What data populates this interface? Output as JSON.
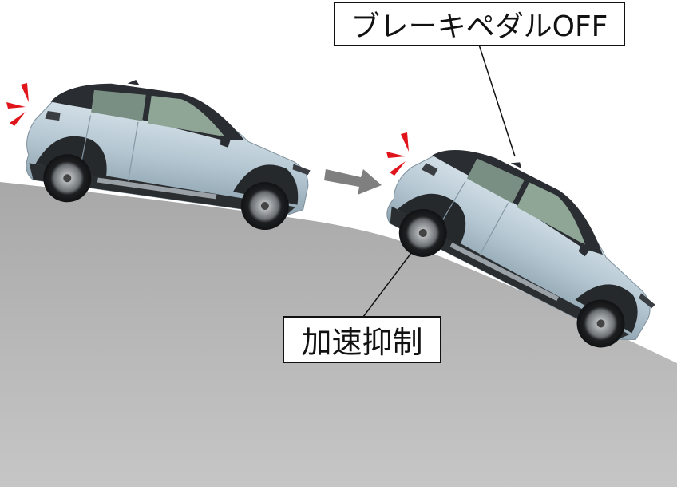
{
  "diagram": {
    "labels": {
      "brake_pedal_off": "ブレーキペダルOFF",
      "acceleration_suppression": "加速抑制"
    },
    "colors": {
      "background": "#ffffff",
      "slope_top": "#a9a9a9",
      "slope_bottom": "#c4c4c4",
      "car_body": "#b9cbd6",
      "car_roof": "#2a2d31",
      "window": "#7f9487",
      "brake_light_flash": "#e0141b",
      "arrow": "#7f7f7f",
      "leader_line": "#111111"
    },
    "elements": [
      {
        "name": "car-on-gentle-slope",
        "description": "compact SUV on gentle downhill slope, brake lights flashing"
      },
      {
        "name": "progress-arrow",
        "direction": "right"
      },
      {
        "name": "car-on-steep-slope",
        "description": "same SUV descending steeper slope, brake lights flashing"
      }
    ]
  }
}
